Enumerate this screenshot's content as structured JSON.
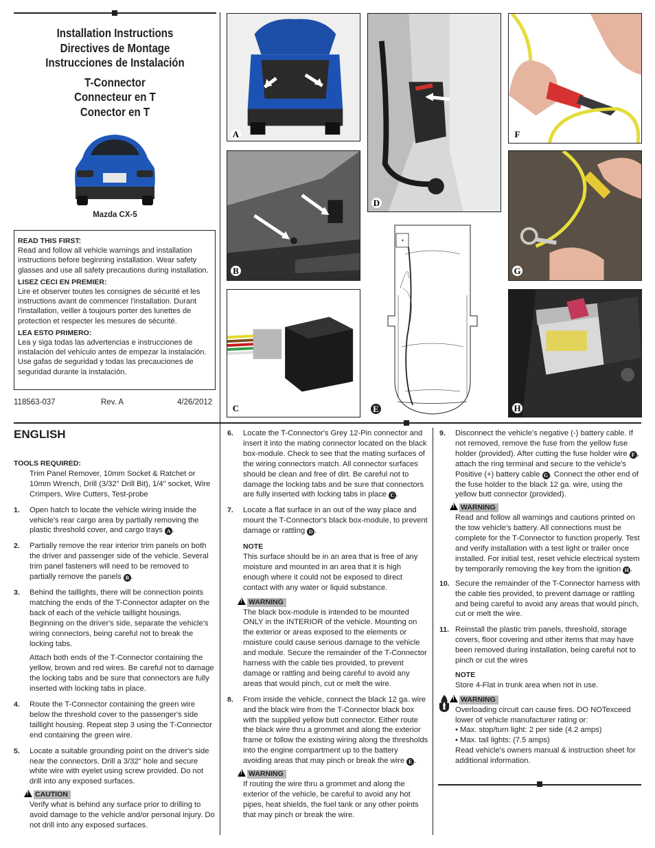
{
  "header": {
    "title_lines": [
      "Installation Instructions",
      "Directives de Montage",
      "Instrucciones de Instalación"
    ],
    "product_lines": [
      "T-Connector",
      "Connecteur en T",
      "Conector en T"
    ],
    "vehicle": "Mazda CX-5"
  },
  "read_first": {
    "en_h": "READ THIS FIRST:",
    "en": "Read and follow all vehicle warnings and installation instructions before beginning installation. Wear safety glasses and use all safety precautions during installation.",
    "fr_h": "LISEZ CECI EN PREMIER:",
    "fr": "Lire et observer toutes les consignes de sécurité et les instructions avant de commencer l'installation. Durant l'installation, veiller à toujours porter des lunettes de protection et respecter les mesures de sécurité.",
    "es_h": "LEA ESTO PRIMERO:",
    "es": "Lea y siga todas las advertencias e instrucciones de instalación del vehículo antes de empezar la instalación. Use gafas de seguridad y todas las precauciones de seguridad durante la instalación."
  },
  "doc": {
    "number": "118563-037",
    "rev": "Rev. A",
    "date": "4/26/2012"
  },
  "figures": {
    "A": "A",
    "B": "B",
    "C": "C",
    "D": "D",
    "E": "E",
    "F": "F",
    "G": "G",
    "H": "H"
  },
  "language": "ENGLISH",
  "tools": {
    "heading": "TOOLS REQUIRED:",
    "text": "Trim Panel Remover, 10mm Socket & Ratchet or 10mm Wrench, Drill (3/32\" Drill Bit), 1/4\" socket, Wire Crimpers, Wire Cutters, Test-probe"
  },
  "steps": [
    {
      "n": "1.",
      "text": "Open hatch to locate the vehicle wiring inside the vehicle's rear cargo area by partially removing the plastic threshold cover, and cargo trays",
      "ref": "A",
      "end": "."
    },
    {
      "n": "2.",
      "text": "Partially remove the rear interior trim panels on both the driver and passenger side of the vehicle. Several trim panel fasteners will need to be removed to partially remove the panels",
      "ref": "B",
      "end": "."
    },
    {
      "n": "3.",
      "text": "Behind the taillights, there will be connection points matching the ends of the T-Connector adapter on the back of each of the vehicle taillight housings. Beginning on the driver's side, separate the vehicle's wiring connectors, being careful not to break the locking tabs.",
      "text2": "Attach both ends of the T-Connector containing the yellow, brown and red wires. Be careful not to damage the locking tabs and be sure that connectors are fully inserted with locking tabs in place."
    },
    {
      "n": "4.",
      "text": "Route the T-Connector containing the green wire below the threshold cover to the passenger's side taillight housing. Repeat step 3 using the T-Connector end containing the green wire."
    },
    {
      "n": "5.",
      "text": "Locate a suitable grounding point on the driver's side near the connectors. Drill a 3/32\" hole and secure white wire with eyelet using screw provided. Do not drill into any exposed surfaces."
    },
    {
      "n": "6.",
      "text": "Locate the T-Connector's Grey 12-Pin connector and insert it into the mating connector located on the black box-module. Check to see that the mating surfaces of the wiring connectors match. All connector surfaces should be clean and free of dirt. Be careful not to damage the locking tabs and be sure that connectors are fully inserted with locking tabs in place",
      "ref": "C",
      "end": "."
    },
    {
      "n": "7.",
      "text": "Locate a flat surface in an out of the way place and mount the T-Connector's black box-module, to prevent damage or rattling",
      "ref": "D",
      "end": "."
    },
    {
      "n": "8.",
      "text": "From inside the vehicle, connect the black 12 ga. wire and the black wire from the T-Connector black box with the supplied yellow butt connector. Either route the black wire thru a grommet and along the exterior frame or follow the existing wiring along the thresholds into the engine compartment up to the battery avoiding areas that may pinch or break the wire",
      "ref": "E",
      "end": "."
    },
    {
      "n": "9.",
      "text": "Disconnect the vehicle's negative (-) battery cable. If not removed, remove the fuse from the yellow fuse holder (provided). After cutting the fuse holder wire",
      "ref": "F",
      "text_b": ", attach the ring terminal and secure to the vehicle's Positive (+) battery cable",
      "ref2": "G",
      "text_c": ". Connect the other end of the fuse holder to the black 12 ga. wire, using the yellow butt connector (provided)."
    },
    {
      "n": "10.",
      "text": "Secure the remainder of the T-Connector harness with the cable ties provided, to prevent damage or rattling and being careful to avoid any areas that would pinch, cut or melt the wire."
    },
    {
      "n": "11.",
      "text": "Reinstall the plastic trim panels, threshold, storage covers, floor covering and other items that may have been removed during installation, being careful not to pinch or cut the wires"
    }
  ],
  "caution": {
    "label": "CAUTION",
    "text": "Verify what is behind any surface prior to drilling to avoid damage to the vehicle and/or personal injury. Do not drill into any exposed surfaces."
  },
  "note7": {
    "label": "NOTE",
    "text": "This surface should be in an area that is free of any moisture and mounted in an area that it is high enough where it could not be exposed to direct contact with any water or liquid substance."
  },
  "warn7": {
    "label": "WARNING",
    "text": "The black box-module is intended to be mounted ONLY in the INTERIOR of the vehicle. Mounting on the exterior or areas exposed to the elements or moisture could cause serious damage to the vehicle and module. Secure the remainder of the T-Connector harness with the cable ties provided, to prevent damage or rattling and being careful to avoid any areas that would pinch, cut or melt the wire."
  },
  "warn8": {
    "label": "WARNING",
    "text": "If routing the wire thru a grommet and along the exterior of the vehicle, be careful to avoid any hot pipes, heat shields, the fuel tank or any other points that may pinch or break the wire."
  },
  "warn9": {
    "label": "WARNING",
    "text": "Read and follow all warnings and cautions printed on the tow vehicle's battery. All connections must be complete for the T-Connector to function properly. Test and verify installation with a test light or trailer once installed. For initial test, reset vehicle electrical system by temporarily removing the key from the ignition",
    "ref": "H",
    "end": "."
  },
  "note11": {
    "label": "NOTE",
    "text": "Store 4-Flat in trunk area when not in use."
  },
  "warn_fire": {
    "label": "WARNING",
    "line1": "Overloading circuit can cause fires. DO NOTexceed lower of vehicle manufacturer rating or:",
    "line2": "• Max. stop/turn light: 2 per side (4.2 amps)",
    "line3": "• Max. tail lights: (7.5 amps)",
    "line4": "Read vehicle's owners manual & instruction sheet for additional information."
  }
}
